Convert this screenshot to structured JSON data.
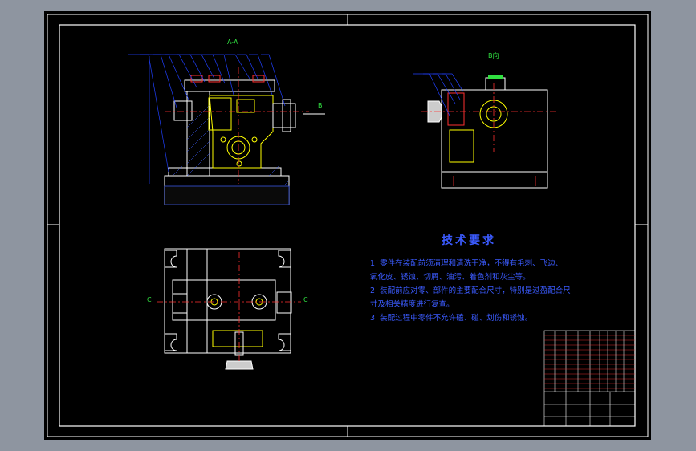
{
  "drawing": {
    "section_label": "A-A",
    "view_b_label": "B向",
    "b_marker": "B",
    "c_left": "C",
    "c_right": "C",
    "tech_title": "技术要求",
    "tech_lines": [
      "1. 零件在装配前须清理和清洗干净，不得有毛刺、飞边、",
      "氧化皮、锈蚀、切屑、油污、着色剂和灰尘等。",
      "2. 装配前应对零、部件的主要配合尺寸，特别是过盈配合尺",
      "寸及相关精度进行复查。",
      "3. 装配过程中零件不允许磕、碰、划伤和锈蚀。"
    ]
  },
  "colors": {
    "sheet": "#000000",
    "frame": "#ffffff",
    "outline": "#ffffff",
    "part": "#ffff00",
    "leader": "#2040ff",
    "center": "#ff3030",
    "tech_text": "#3b5bff",
    "label": "#30e040"
  }
}
